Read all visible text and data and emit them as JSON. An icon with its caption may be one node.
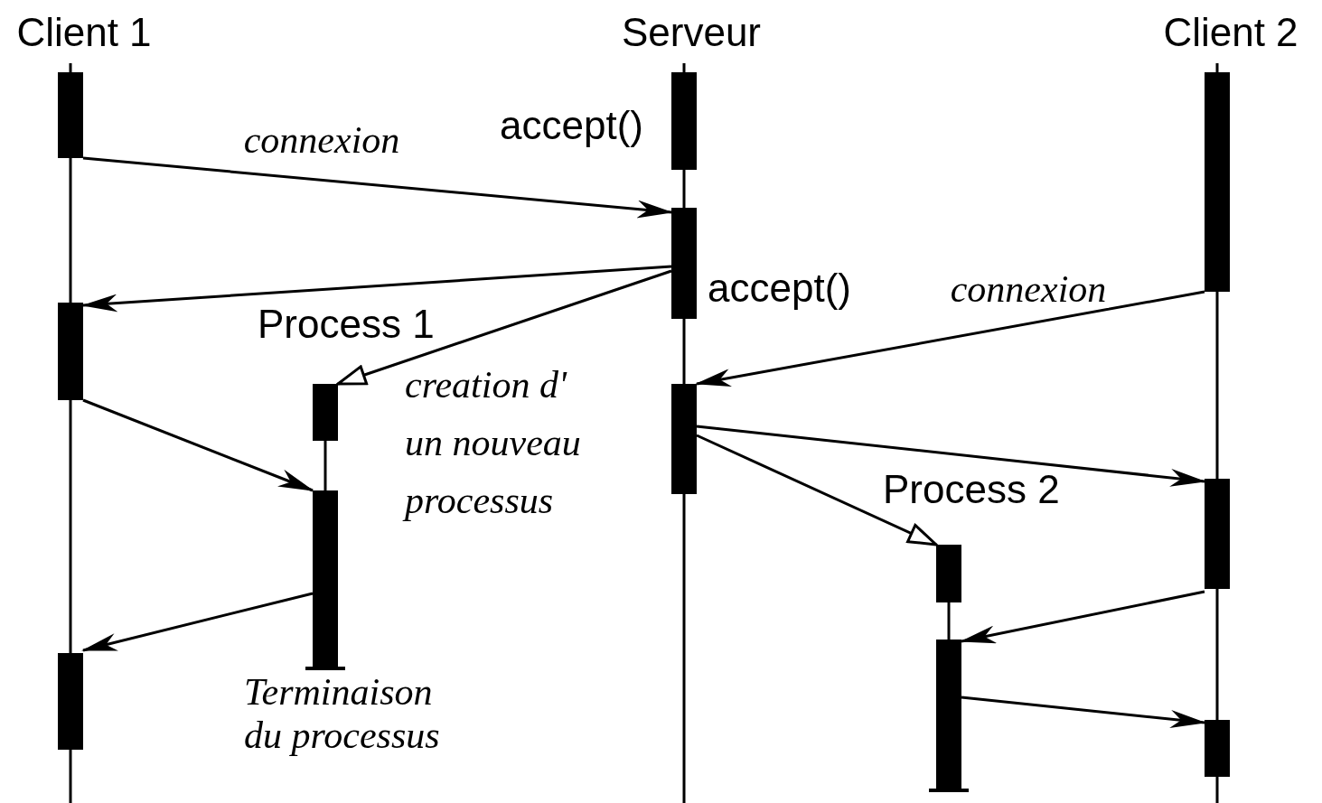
{
  "diagram": {
    "nodes": [
      {
        "text": [
          "Client 1"
        ]
      },
      {
        "text": [
          "Serveur"
        ]
      },
      {
        "text": [
          "Client 2"
        ]
      },
      {
        "text": [],
        "shape": "bar"
      },
      {
        "text": [],
        "shape": "bar",
        "beside": [
          "accept()"
        ]
      },
      {
        "text": [],
        "shape": "bar"
      },
      {
        "text": [],
        "shape": "bar",
        "beside": [
          "accept()"
        ]
      },
      {
        "text": [],
        "shape": "bar"
      },
      {
        "text": [],
        "shape": "bar",
        "beside": [
          "Process 1"
        ]
      },
      {
        "text": [],
        "shape": "bar"
      },
      {
        "text": [],
        "shape": "bar",
        "beside": [
          "Terminaison du processus"
        ]
      },
      {
        "text": [],
        "shape": "bar"
      },
      {
        "text": [],
        "shape": "bar",
        "beside": [
          "Process 2"
        ]
      },
      {
        "text": [],
        "shape": "bar"
      },
      {
        "text": [],
        "shape": "bar"
      },
      {
        "text": [],
        "shape": "bar"
      }
    ],
    "edges": [
      {
        "from": 3,
        "to": 6,
        "arrow": "to",
        "label": "connexion"
      },
      {
        "from": 6,
        "to": 7,
        "arrow": "to"
      },
      {
        "from": 6,
        "to": 8,
        "arrow": "to"
      },
      {
        "from": 5,
        "to": 9,
        "arrow": "to",
        "label": "connexion"
      },
      {
        "from": 7,
        "to": 10,
        "arrow": "to"
      },
      {
        "from": 9,
        "to": 11,
        "arrow": "to"
      },
      {
        "from": 9,
        "to": 12,
        "arrow": "to"
      },
      {
        "from": 10,
        "to": 14,
        "arrow": "to"
      },
      {
        "from": 11,
        "to": 13,
        "arrow": "to"
      },
      {
        "from": 13,
        "to": 15,
        "arrow": "to"
      },
      {
        "from": 8,
        "to": 10,
        "arrow": "none"
      },
      {
        "from": 12,
        "to": 13,
        "arrow": "none"
      }
    ],
    "labels": [
      "creation d' un nouveau processus"
    ]
  }
}
